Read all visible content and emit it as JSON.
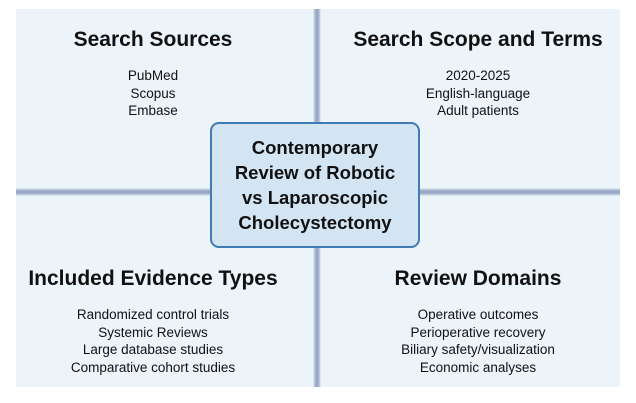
{
  "center": {
    "title": "Contemporary\nReview of Robotic\nvs Laparoscopic\nCholecystectomy"
  },
  "quadrants": {
    "top_left": {
      "title": "Search Sources",
      "items": [
        "PubMed",
        "Scopus",
        "Embase"
      ]
    },
    "top_right": {
      "title": "Search Scope and Terms",
      "items": [
        "2020-2025",
        "English-language",
        "Adult patients"
      ]
    },
    "bottom_left": {
      "title": "Included Evidence Types",
      "items": [
        "Randomized control trials",
        "Systemic Reviews",
        "Large database studies",
        "Comparative cohort studies"
      ]
    },
    "bottom_right": {
      "title": "Review Domains",
      "items": [
        "Operative outcomes",
        "Perioperative recovery",
        "Biliary safety/visualization",
        "Economic analyses"
      ]
    }
  },
  "colors": {
    "background": "#ecf3f9",
    "divider": "#8fa0c0",
    "center_fill": "#d3e4f3",
    "center_border": "#3f7cb4"
  }
}
